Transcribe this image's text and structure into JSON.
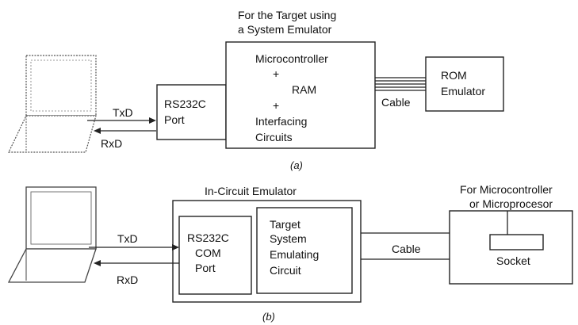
{
  "diagram_a": {
    "caption": "(a)",
    "header_line1": "For the Target using",
    "header_line2": "a System Emulator",
    "txd": "TxD",
    "rxd": "RxD",
    "rs232c_line1": "RS232C",
    "rs232c_line2": "Port",
    "mcu_line1": "Microcontroller",
    "plus1": "+",
    "ram": "RAM",
    "plus2": "+",
    "interfacing_line1": "Interfacing",
    "interfacing_line2": "Circuits",
    "cable": "Cable",
    "rom_line1": "ROM",
    "rom_line2": "Emulator"
  },
  "diagram_b": {
    "caption": "(b)",
    "ice_title": "In-Circuit Emulator",
    "txd": "TxD",
    "rxd": "RxD",
    "com_line1": "RS232C",
    "com_line2": "COM",
    "com_line3": "Port",
    "target_line1": "Target",
    "target_line2": "System",
    "target_line3": "Emulating",
    "target_line4": "Circuit",
    "cable": "Cable",
    "for_line1": "For Microcontroller",
    "for_line2": "or Microprocesor",
    "socket": "Socket"
  }
}
